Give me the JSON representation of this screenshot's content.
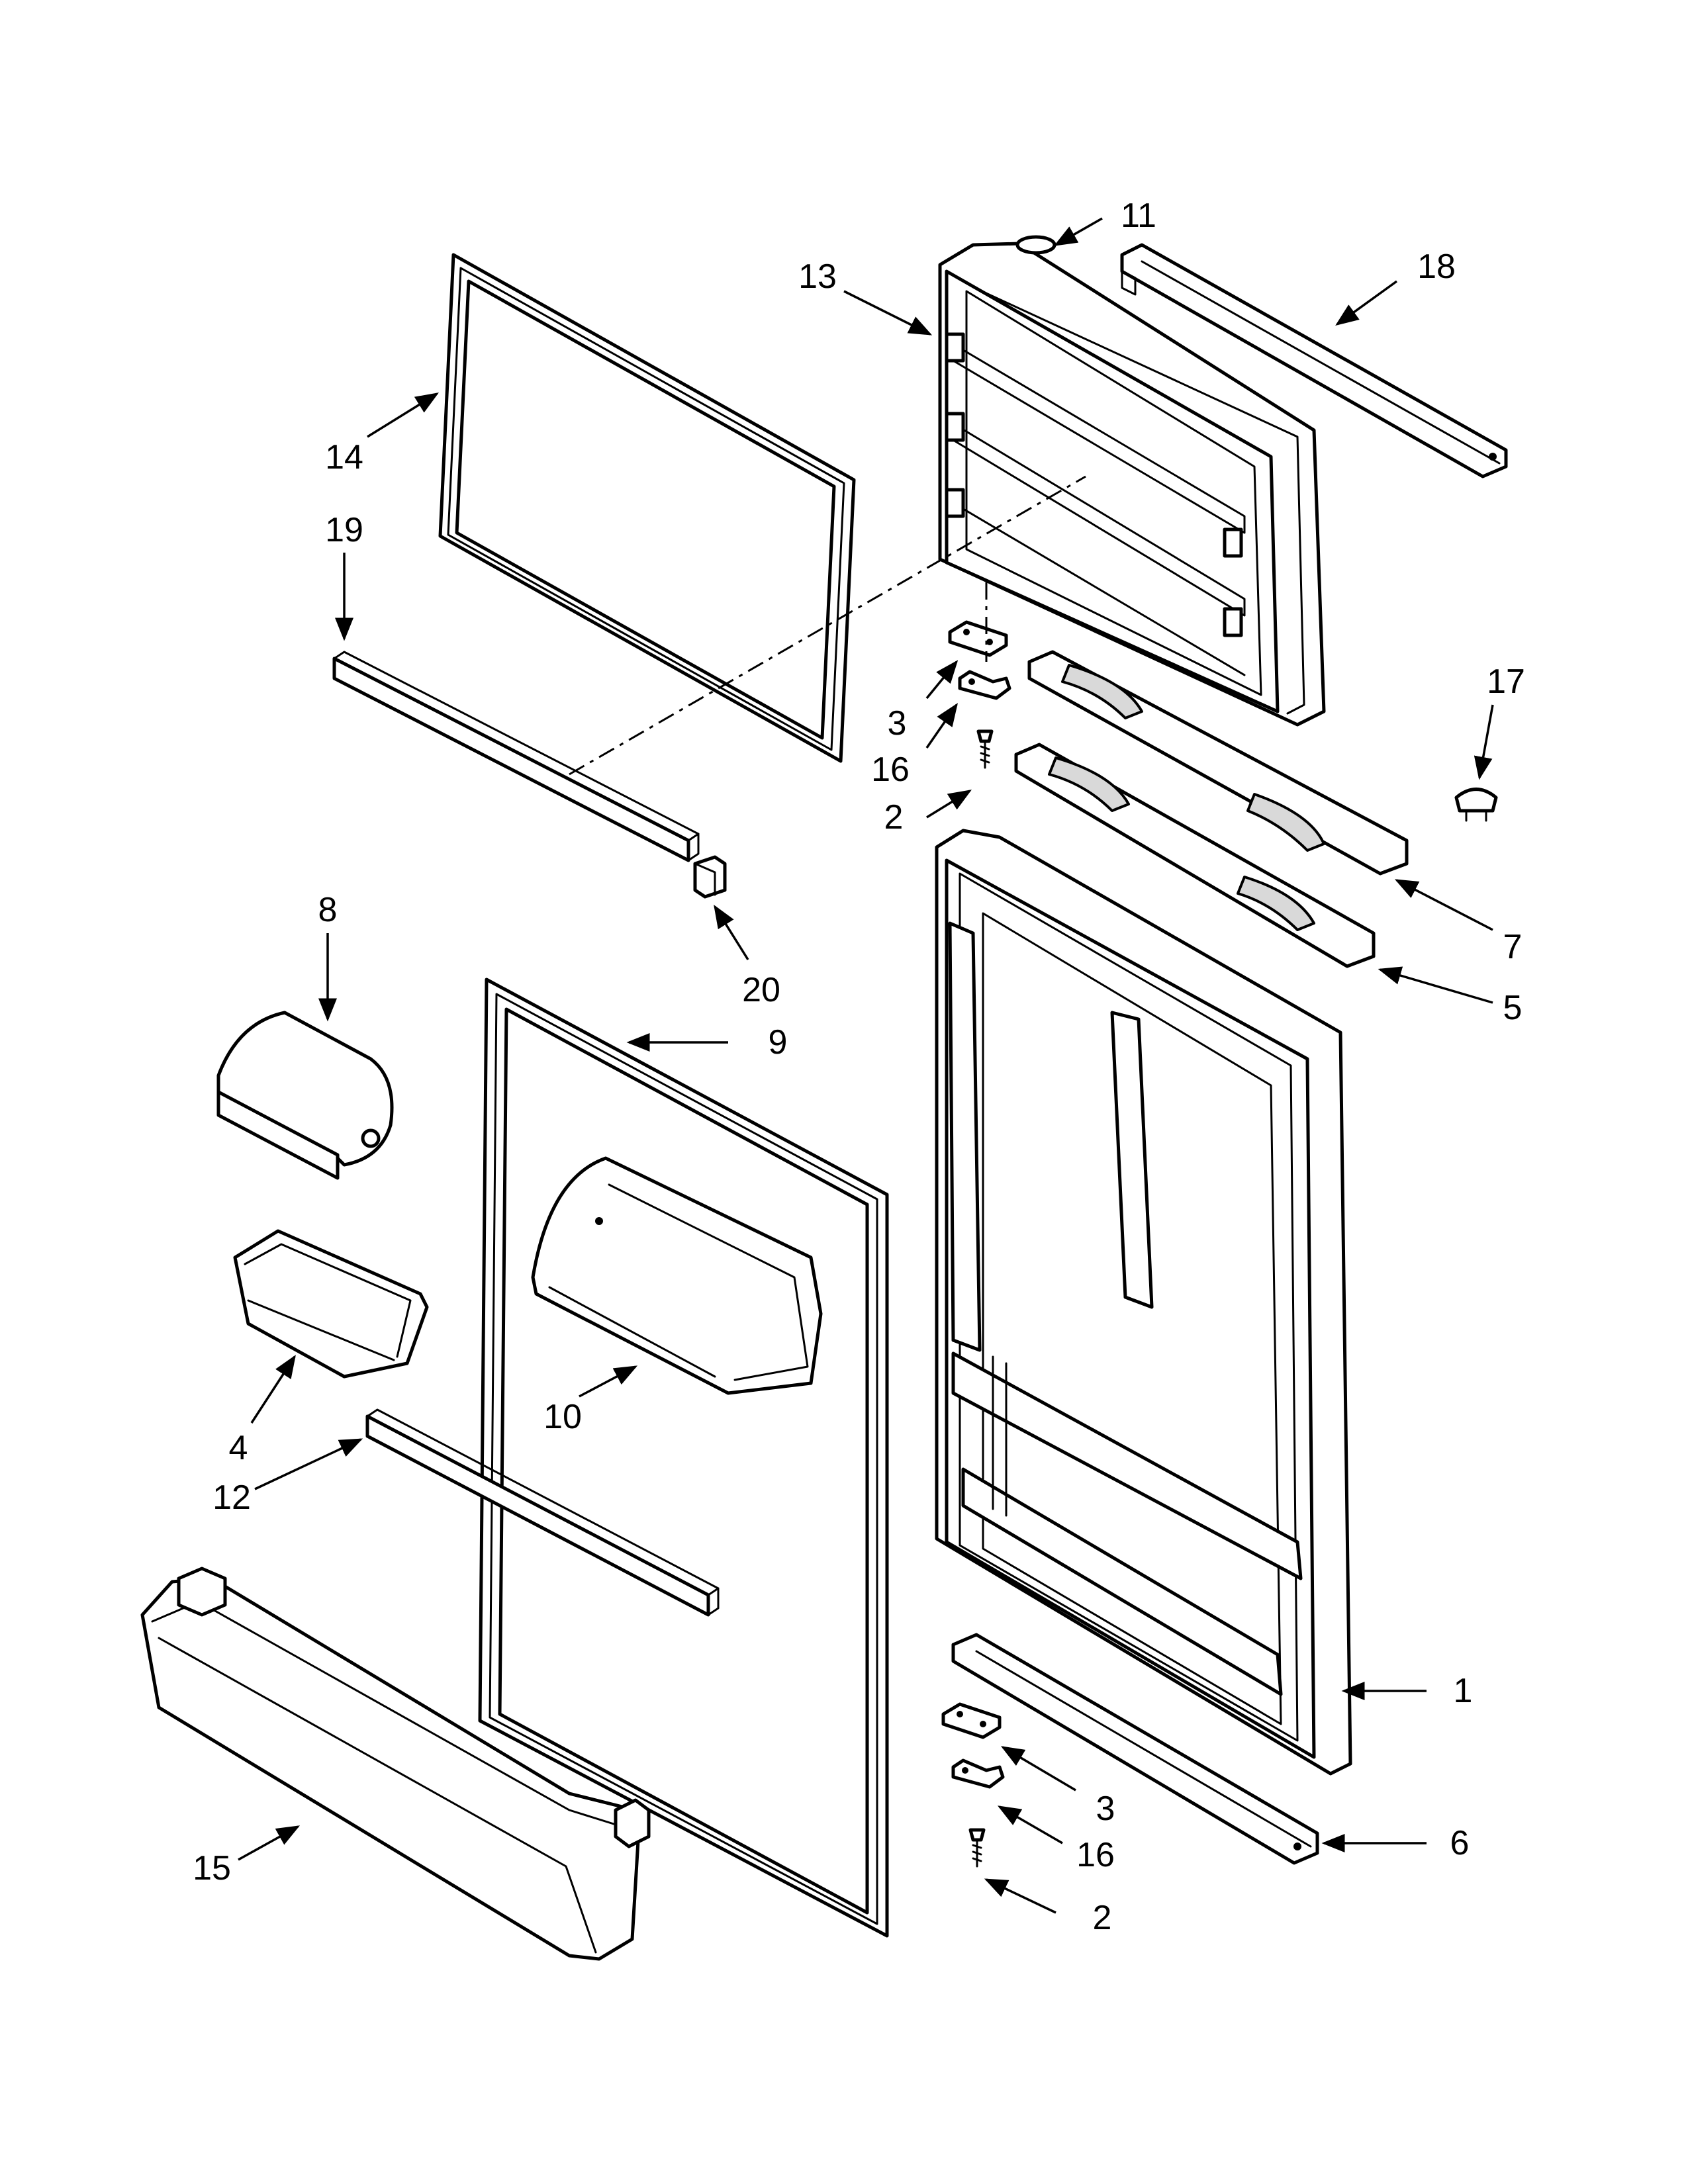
{
  "callouts": [
    {
      "id": "c1",
      "text": "1"
    },
    {
      "id": "c2a",
      "text": "2"
    },
    {
      "id": "c2b",
      "text": "2"
    },
    {
      "id": "c3a",
      "text": "3"
    },
    {
      "id": "c3b",
      "text": "3"
    },
    {
      "id": "c4",
      "text": "4"
    },
    {
      "id": "c5",
      "text": "5"
    },
    {
      "id": "c6",
      "text": "6"
    },
    {
      "id": "c7",
      "text": "7"
    },
    {
      "id": "c8",
      "text": "8"
    },
    {
      "id": "c9",
      "text": "9"
    },
    {
      "id": "c10",
      "text": "10"
    },
    {
      "id": "c11",
      "text": "11"
    },
    {
      "id": "c12",
      "text": "12"
    },
    {
      "id": "c13",
      "text": "13"
    },
    {
      "id": "c14",
      "text": "14"
    },
    {
      "id": "c15",
      "text": "15"
    },
    {
      "id": "c16a",
      "text": "16"
    },
    {
      "id": "c16b",
      "text": "16"
    },
    {
      "id": "c17",
      "text": "17"
    },
    {
      "id": "c18",
      "text": "18"
    },
    {
      "id": "c19",
      "text": "19"
    },
    {
      "id": "c20",
      "text": "20"
    }
  ]
}
